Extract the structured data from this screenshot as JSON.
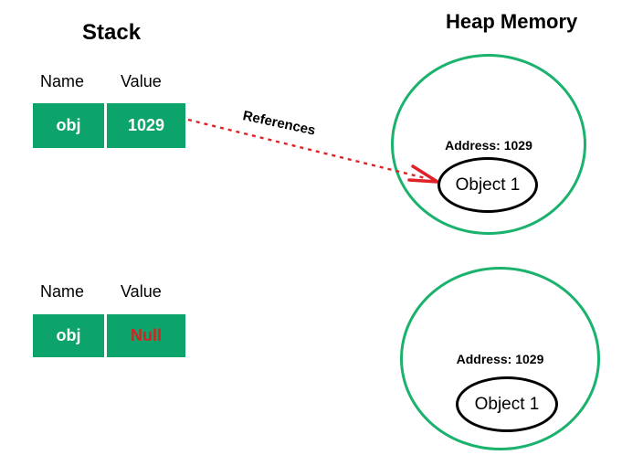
{
  "titles": {
    "stack": "Stack",
    "heap": "Heap Memory"
  },
  "tables": [
    {
      "headers": [
        "Name",
        "Value"
      ],
      "row": {
        "name": "obj",
        "value": "1029"
      }
    },
    {
      "headers": [
        "Name",
        "Value"
      ],
      "row": {
        "name": "obj",
        "value": "Null"
      }
    }
  ],
  "arrow": {
    "label": "References"
  },
  "heap": {
    "circles": [
      {
        "address": "Address: 1029",
        "object": "Object 1"
      },
      {
        "address": "Address: 1029",
        "object": "Object 1"
      }
    ]
  },
  "colors": {
    "box_green": "#0CA46A",
    "circle_green": "#1BB26E",
    "arrow_red": "#E02127",
    "null_red": "#D92121",
    "box_text": "#FFFFFF",
    "text_black": "#000000"
  }
}
